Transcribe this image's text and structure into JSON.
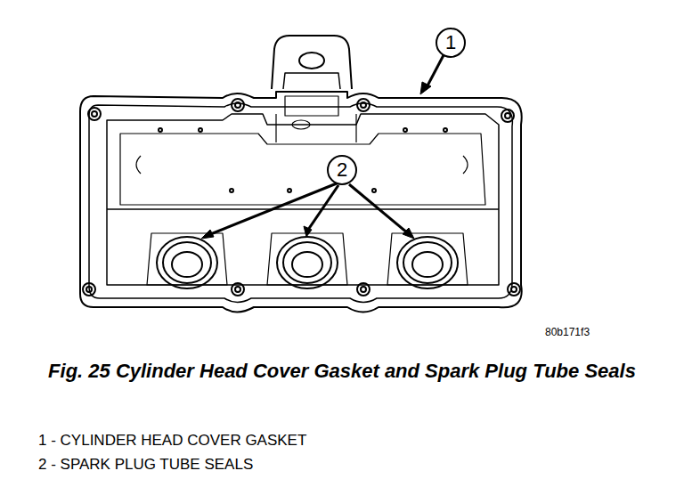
{
  "diagram": {
    "caption": "Fig. 25 Cylinder Head Cover Gasket and Spark Plug Tube Seals",
    "nodes": [
      {
        "text": [
          "1"
        ]
      },
      {
        "text": [
          "2"
        ]
      }
    ],
    "labels": [
      "80b171f3",
      "1 - CYLINDER HEAD COVER GASKET",
      "2 - SPARK PLUG TUBE SEALS"
    ]
  }
}
